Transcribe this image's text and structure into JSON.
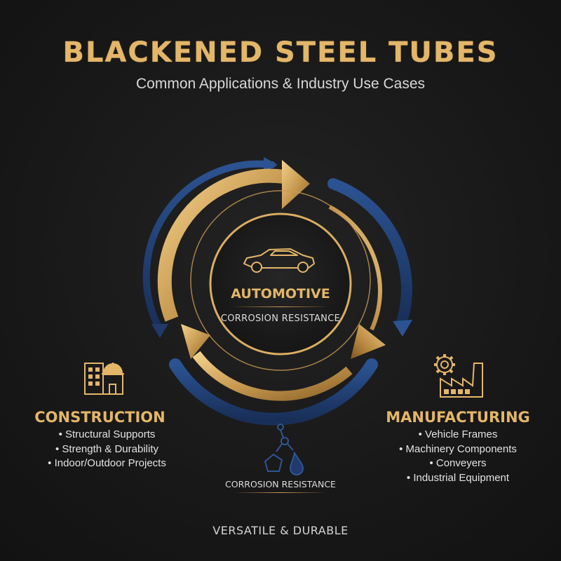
{
  "title": "BLACKENED STEEL TUBES",
  "subtitle": "Common Applications & Industry Use Cases",
  "hub": {
    "title": "AUTOMOTIVE",
    "subtitle": "CORROSION RESISTANCE",
    "icon": "car-icon"
  },
  "construction": {
    "title": "CONSTRUCTION",
    "icon": "building-hardhat-icon",
    "items": [
      "Structural Supports",
      "Strength & Durability",
      "Indoor/Outdoor Projects"
    ]
  },
  "manufacturing": {
    "title": "MANUFACTURING",
    "icon": "factory-gear-icon",
    "items": [
      "Vehicle Frames",
      "Machinery Components",
      "Conveyers",
      "Industrial Equipment"
    ]
  },
  "corrosion": {
    "label": "CORROSION RESISTANCE",
    "icon": "molecule-droplet-icon"
  },
  "footer": "VERSATILE & DURABLE",
  "colors": {
    "gold": "#e3b669",
    "gold_dark": "#9a6f2e",
    "navy": "#1f3a6b",
    "navy_light": "#2e5596",
    "background": "#1a1a1a"
  }
}
